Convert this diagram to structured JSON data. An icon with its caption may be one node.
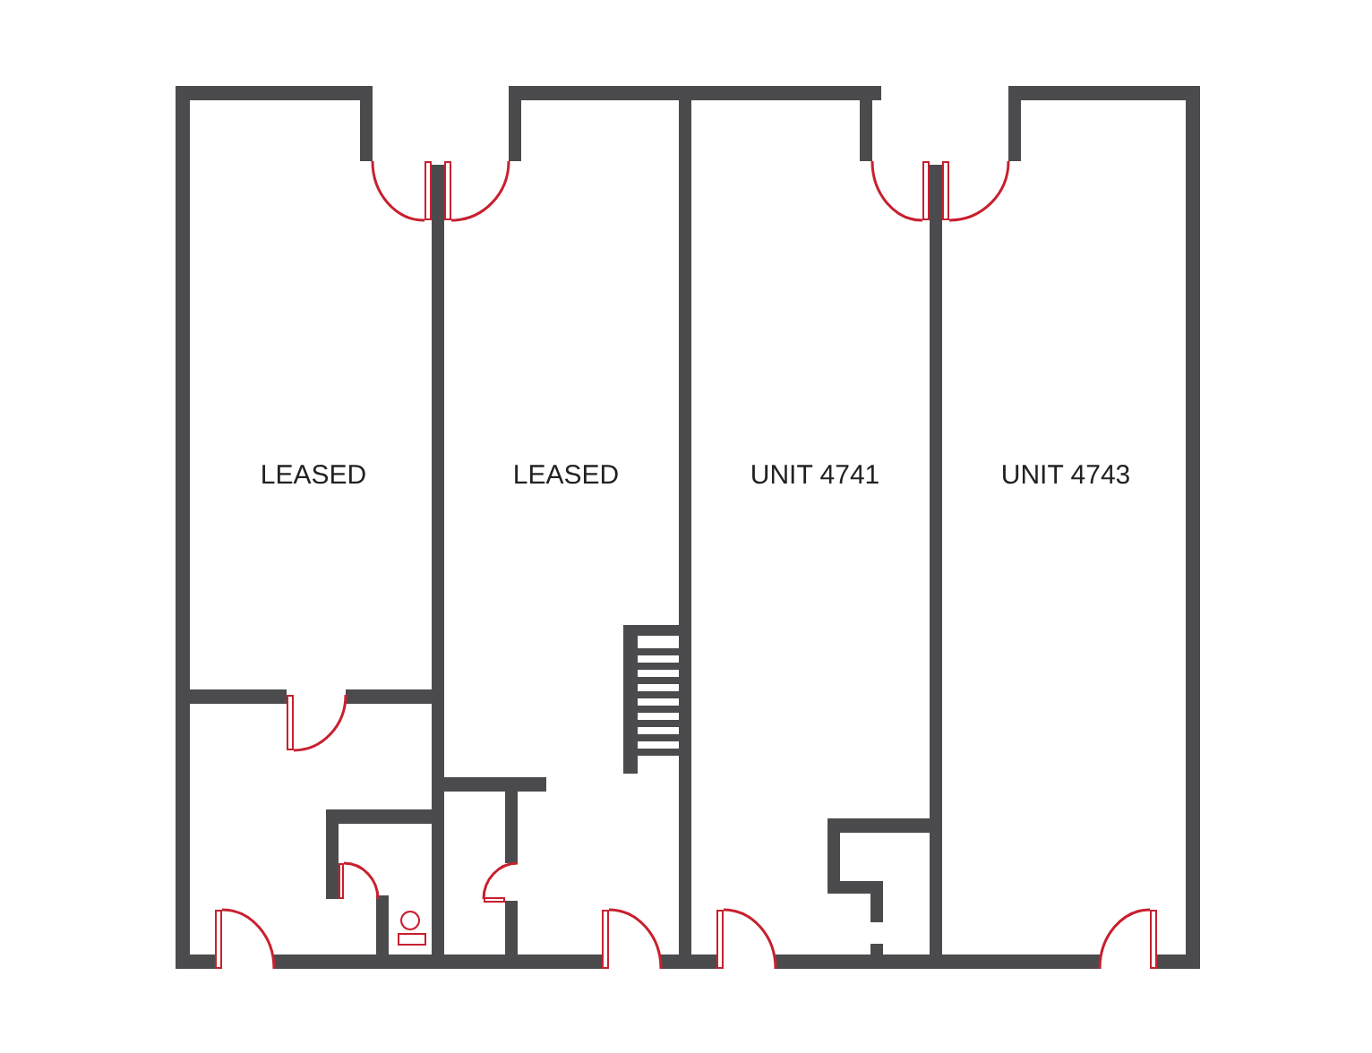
{
  "diagram": {
    "nodes": [
      {
        "text": [
          "LEASED"
        ]
      },
      {
        "text": [
          "LEASED"
        ]
      },
      {
        "text": [
          "UNIT 4741"
        ]
      },
      {
        "text": [
          "UNIT 4743"
        ]
      }
    ]
  }
}
